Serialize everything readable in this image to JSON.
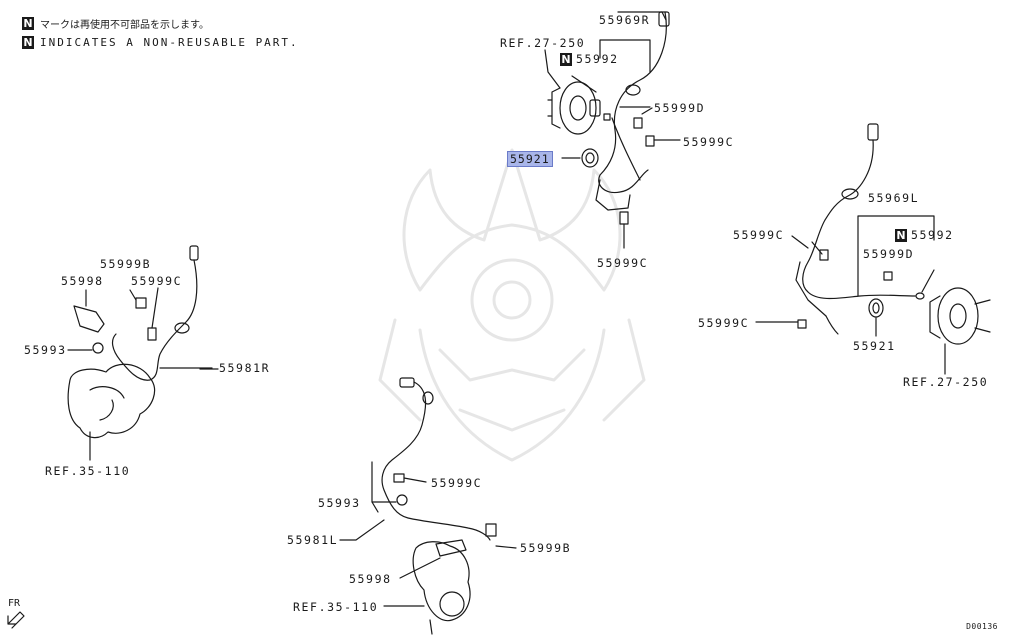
{
  "notices": {
    "badge": "N",
    "japanese": "マークは再使用不可部品を示します。",
    "english": "INDICATES A NON-REUSABLE PART."
  },
  "labels": {
    "ref_27_250_top": "REF.27-250",
    "p55969R": "55969R",
    "p55992_top": "55992",
    "p55999D_top": "55999D",
    "p55999C_top_right": "55999C",
    "p55921_top": "55921",
    "p55999C_top_bottom": "55999C",
    "p55969L": "55969L",
    "p55999C_right_upper": "55999C",
    "p55992_right": "55992",
    "p55999D_right": "55999D",
    "p55999C_right_lower": "55999C",
    "p55921_right": "55921",
    "ref_27_250_right": "REF.27-250",
    "p55999B_left": "55999B",
    "p55998_left": "55998",
    "p55999C_left": "55999C",
    "p55993_left": "55993",
    "p55981R": "55981R",
    "ref_35_110_left": "REF.35-110",
    "p55999C_bottom": "55999C",
    "p55993_bottom": "55993",
    "p55981L": "55981L",
    "p55999B_bottom": "55999B",
    "p55998_bottom": "55998",
    "ref_35_110_bottom": "REF.35-110"
  },
  "fr_label": "FR",
  "drawing_code": "D00136",
  "highlight_color": "#a9b6ea",
  "line_color": "#1a1a1a",
  "watermark_color": "#ececec"
}
